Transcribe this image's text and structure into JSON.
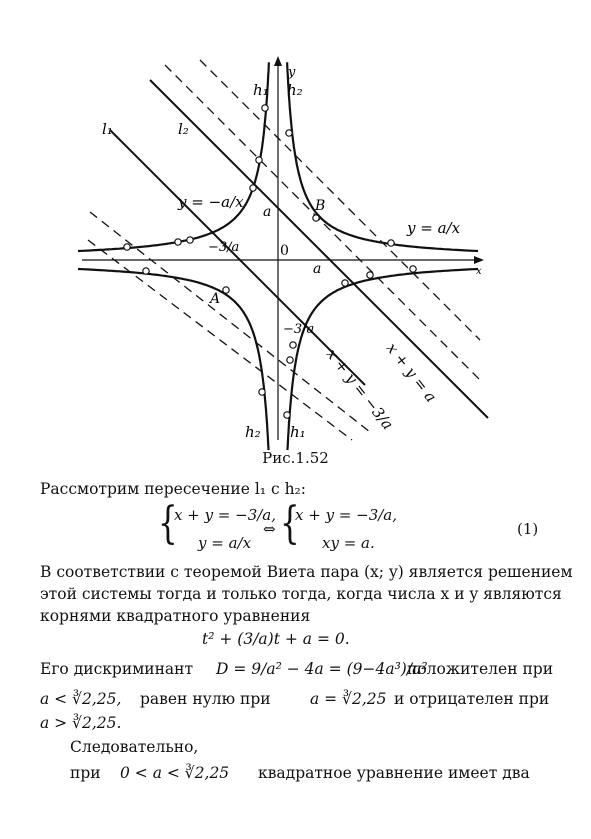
{
  "figure": {
    "labels": {
      "x_axis": "x",
      "y_axis": "y",
      "l1": "l₁",
      "l2": "l₂",
      "h1_top": "h₁",
      "h2_top": "h₂",
      "h2_bottom": "h₂",
      "h1_bottom": "h₁",
      "origin": "0",
      "point_A": "A",
      "point_B": "B",
      "a_on_y": "a",
      "a_on_x": "a",
      "minus_3_over_a_x": "−3/a",
      "minus_3_over_a_y": "−3/a",
      "curve_left": "y = −a/x",
      "curve_right": "y = a/x",
      "line_l2": "x + y = a",
      "line_l1": "x + y = −3/a"
    },
    "caption": "Рис.1.52"
  },
  "text": {
    "line1": "Рассмотрим пересечение l₁ с  h₂:",
    "eq_number": "(1)",
    "sys_left_1": "x + y = −3/a,",
    "sys_left_2": "y = a/x",
    "sys_equiv": "⇔",
    "sys_right_1": "x + y = −3/a,",
    "sys_right_2": "xy = a.",
    "para2_l1": "В соответствии с теоремой Виета пара (x; y) является решением",
    "para2_l2": "этой системы тогда и только тогда, когда числа x и y являются",
    "para2_l3": "корнями квадратного уравнения",
    "quad_eq": "t² + (3/a)t + a = 0.",
    "para3_l1_a": "Его    дискриминант",
    "para3_l1_b": "D = 9/a² − 4a = (9−4a³)/a²",
    "para3_l1_c": "положителен       при",
    "para3_l2_a": "a < ∛2,25,",
    "para3_l2_b": "равен    нулю    при",
    "para3_l2_c": "a = ∛2,25",
    "para3_l2_d": "и отрицателен при",
    "para3_l3": "a > ∛2,25.",
    "para4": "Следовательно,",
    "para5_a": "при",
    "para5_b": "0 <  a < ∛2,25",
    "para5_c": "квадратное уравнение имеет два"
  }
}
